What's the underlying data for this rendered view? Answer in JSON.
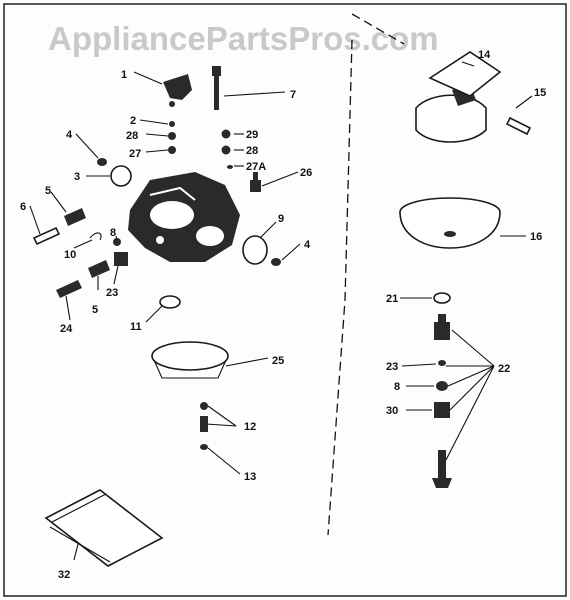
{
  "watermark": "AppliancePartsPros.com",
  "callouts": {
    "c1": "1",
    "c2": "2",
    "c3": "3",
    "c4a": "4",
    "c4b": "4",
    "c5a": "5",
    "c5b": "5",
    "c6": "6",
    "c7": "7",
    "c8a": "8",
    "c8b": "8",
    "c9": "9",
    "c10": "10",
    "c11": "11",
    "c12": "12",
    "c13": "13",
    "c14": "14",
    "c15": "15",
    "c16": "16",
    "c21": "21",
    "c22": "22",
    "c23a": "23",
    "c23b": "23",
    "c24": "24",
    "c25": "25",
    "c26": "26",
    "c27a": "27",
    "c27b": "27A",
    "c28a": "28",
    "c28b": "28",
    "c29": "29",
    "c30": "30",
    "c32": "32"
  }
}
